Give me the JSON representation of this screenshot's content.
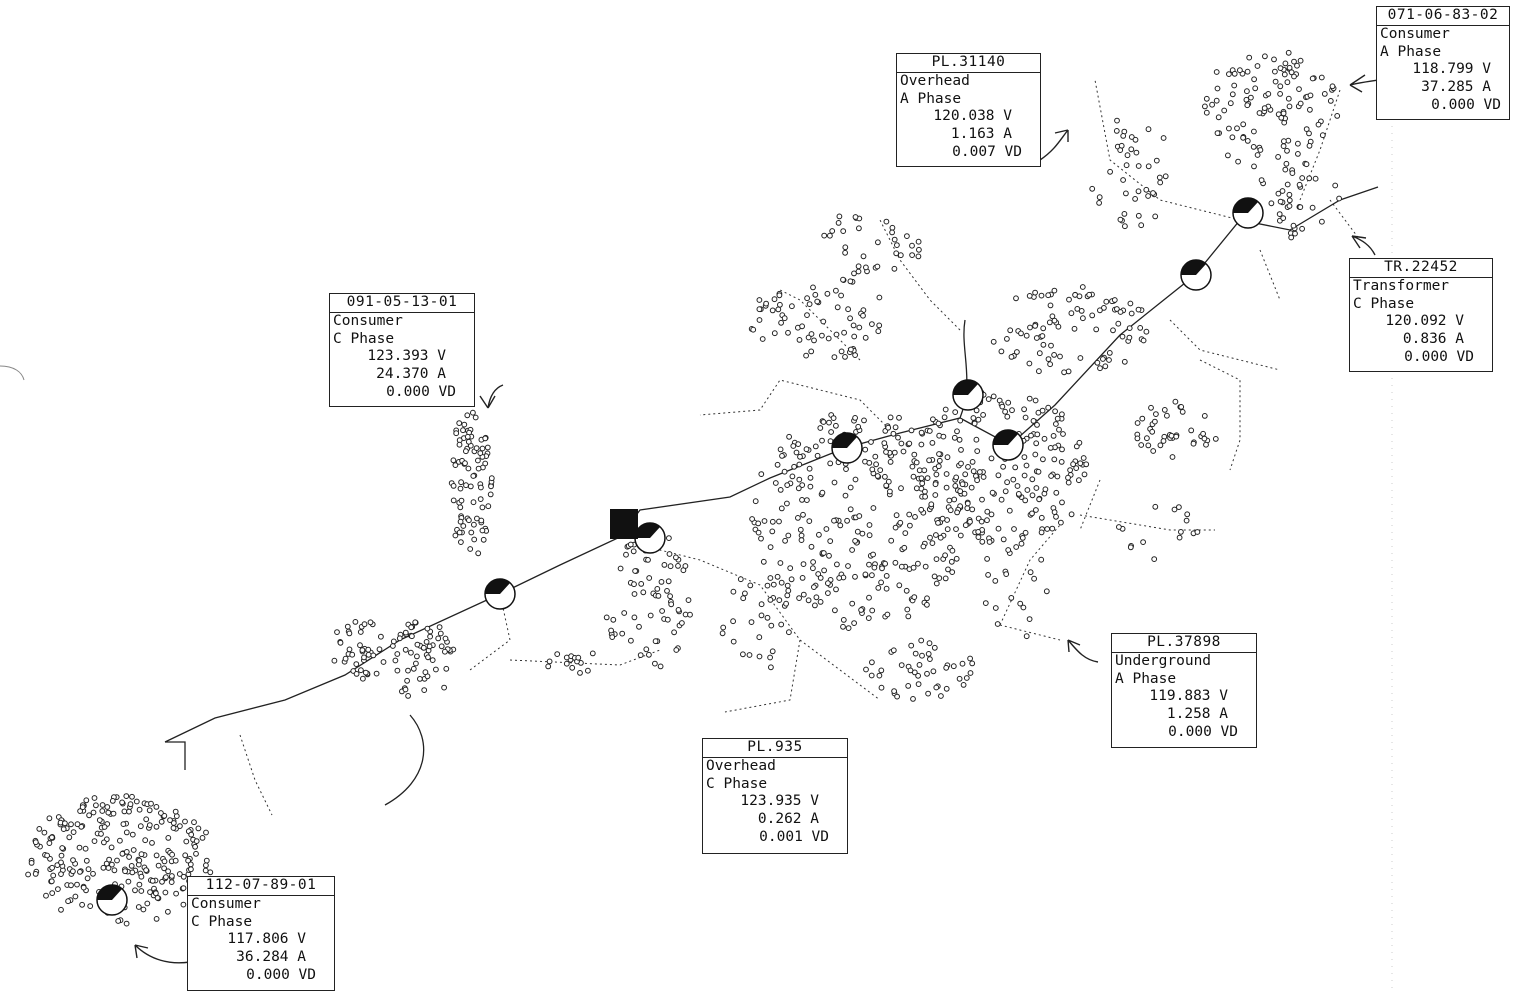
{
  "diagram": {
    "callouts": [
      {
        "id": "071-06-83-02",
        "type": "Consumer",
        "phase": "A Phase",
        "voltage": "118.799 V",
        "current": "37.285 A",
        "vd": "0.000 VD"
      },
      {
        "id": "PL.31140",
        "type": "Overhead",
        "phase": "A Phase",
        "voltage": "120.038 V",
        "current": "1.163 A",
        "vd": "0.007 VD"
      },
      {
        "id": "TR.22452",
        "type": "Transformer",
        "phase": "C Phase",
        "voltage": "120.092 V",
        "current": "0.836 A",
        "vd": "0.000 VD"
      },
      {
        "id": "091-05-13-01",
        "type": "Consumer",
        "phase": "C Phase",
        "voltage": "123.393 V",
        "current": "24.370 A",
        "vd": "0.000 VD"
      },
      {
        "id": "PL.37898",
        "type": "Underground",
        "phase": "A Phase",
        "voltage": "119.883 V",
        "current": "1.258 A",
        "vd": "0.000 VD"
      },
      {
        "id": "PL.935",
        "type": "Overhead",
        "phase": "C Phase",
        "voltage": "123.935 V",
        "current": "0.262 A",
        "vd": "0.001 VD"
      },
      {
        "id": "112-07-89-01",
        "type": "Consumer",
        "phase": "C Phase",
        "voltage": "117.806 V",
        "current": "36.284 A",
        "vd": "0.000 VD"
      }
    ]
  },
  "colors": {
    "ink": "#1a1a1a",
    "paper": "#ffffff"
  }
}
